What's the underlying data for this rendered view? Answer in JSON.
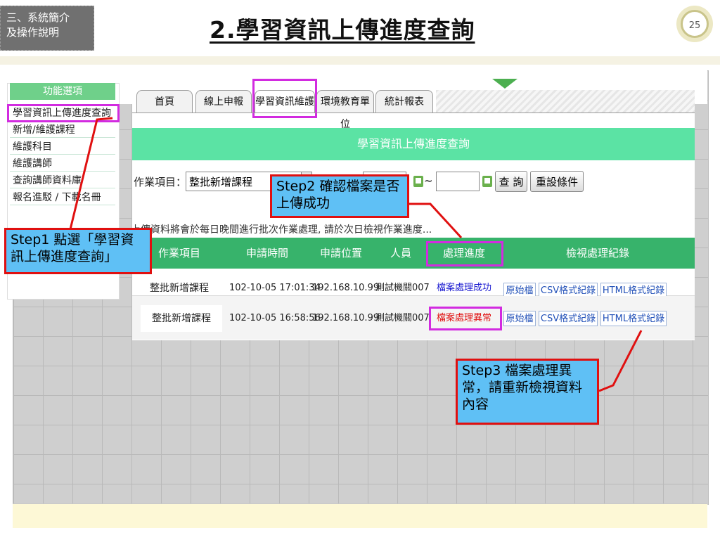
{
  "slide": {
    "section_line1": "三、系統簡介",
    "section_line2": "及操作說明",
    "title": "2.學習資訊上傳進度查詢",
    "page_number": "25"
  },
  "menu": {
    "header": "功能選項",
    "items": [
      "學習資訊上傳進度查詢",
      "新增/維護課程",
      "維護科目",
      "維護講師",
      "查詢講師資料庫",
      "報名進駁 / 下載名冊"
    ]
  },
  "tabs": [
    "首頁",
    "線上申報",
    "學習資訊維護",
    "環境教育單位",
    "統計報表"
  ],
  "panel_title": "學習資訊上傳進度查詢",
  "form": {
    "label": "作業項目：",
    "select_value": "整批新增課程",
    "date_separator": "~",
    "query_button": "查 詢",
    "reset_button": "重設條件"
  },
  "notice": "上傳資料將會於每日晚間進行批次作業處理, 請於次日檢視作業進度...",
  "table": {
    "headers": [
      "作業項目",
      "申請時間",
      "申請位置",
      "人員",
      "處理進度",
      "檢視處理紀錄"
    ],
    "rows": [
      {
        "item": "整批新增課程",
        "time": "102-10-05 17:01:34",
        "ip": "192.168.10.99",
        "user": "測試機關007",
        "status": "檔案處理成功",
        "status_color": "#1a1ad0"
      },
      {
        "item": "整批新增課程",
        "time": "102-10-05 16:58:56",
        "ip": "192.168.10.99",
        "user": "測試機關007",
        "status": "檔案處理異常",
        "status_color": "#e01010"
      }
    ],
    "record_links": [
      "原始檔",
      "CSV格式紀錄",
      "HTML格式紀錄"
    ]
  },
  "callouts": {
    "step1": "Step1 點選「學習資訊上傳進度查詢」",
    "step2": "Step2 確認檔案是否上傳成功",
    "step3": "Step3 檔案處理異常，請重新檢視資料內容"
  },
  "colors": {
    "highlight": "#d22be0",
    "callout_fill": "#5fc0f5",
    "callout_border": "#e01010",
    "panel_green": "#5be3a4",
    "table_header_green": "#37b36b"
  }
}
